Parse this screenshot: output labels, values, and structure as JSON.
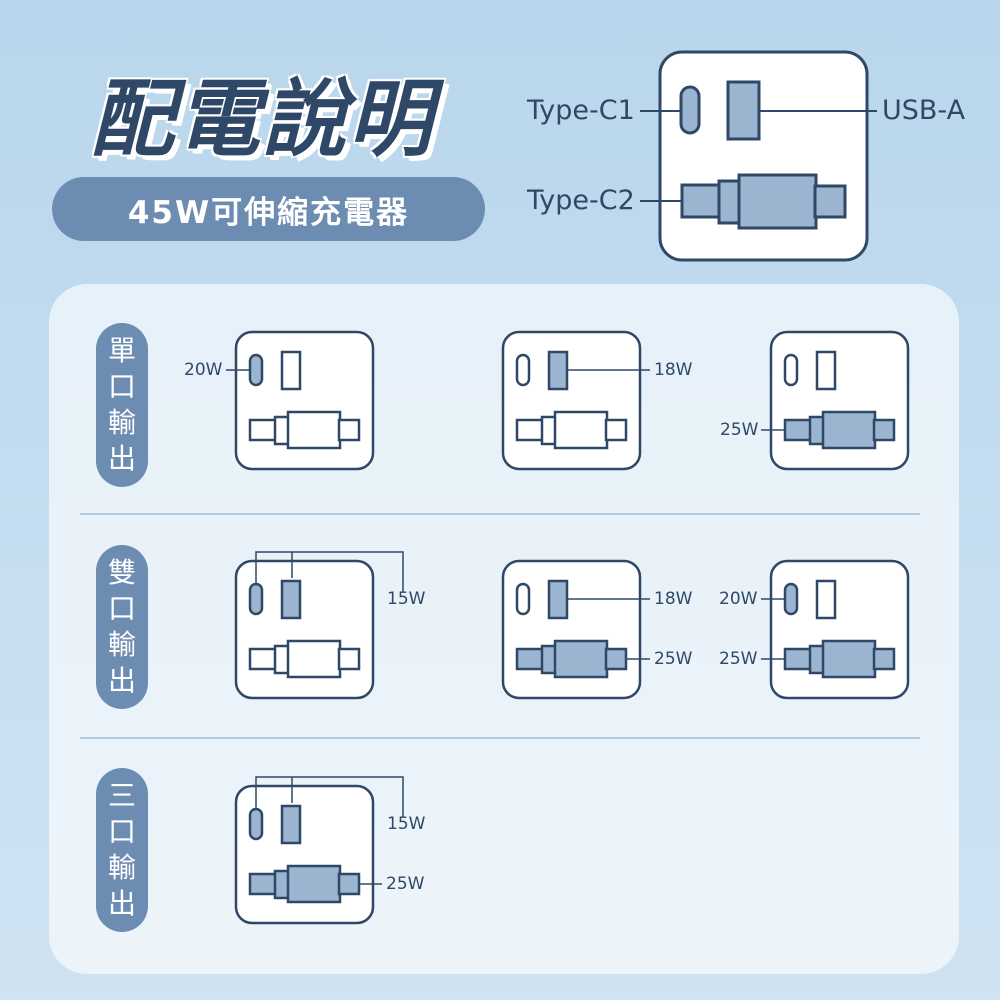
{
  "header": {
    "title": "配電說明",
    "subtitle": "45W可伸縮充電器"
  },
  "diagram": {
    "type_c1_label": "Type-C1",
    "type_c2_label": "Type-C2",
    "usb_a_label": "USB-A"
  },
  "rows": [
    {
      "label": "單口輸出",
      "cards": [
        {
          "labels": [
            "20W"
          ]
        },
        {
          "labels": [
            "18W"
          ]
        },
        {
          "labels": [
            "25W"
          ]
        }
      ]
    },
    {
      "label": "雙口輸出",
      "cards": [
        {
          "labels": [
            "15W"
          ]
        },
        {
          "labels": [
            "18W",
            "25W"
          ]
        },
        {
          "labels": [
            "20W",
            "25W"
          ]
        }
      ]
    },
    {
      "label": "三口輸出",
      "cards": [
        {
          "labels": [
            "15W",
            "25W"
          ]
        }
      ]
    }
  ],
  "colors": {
    "active_port": "#9bb4cf",
    "outline": "#2f4868",
    "pill": "#6d8cb2"
  }
}
